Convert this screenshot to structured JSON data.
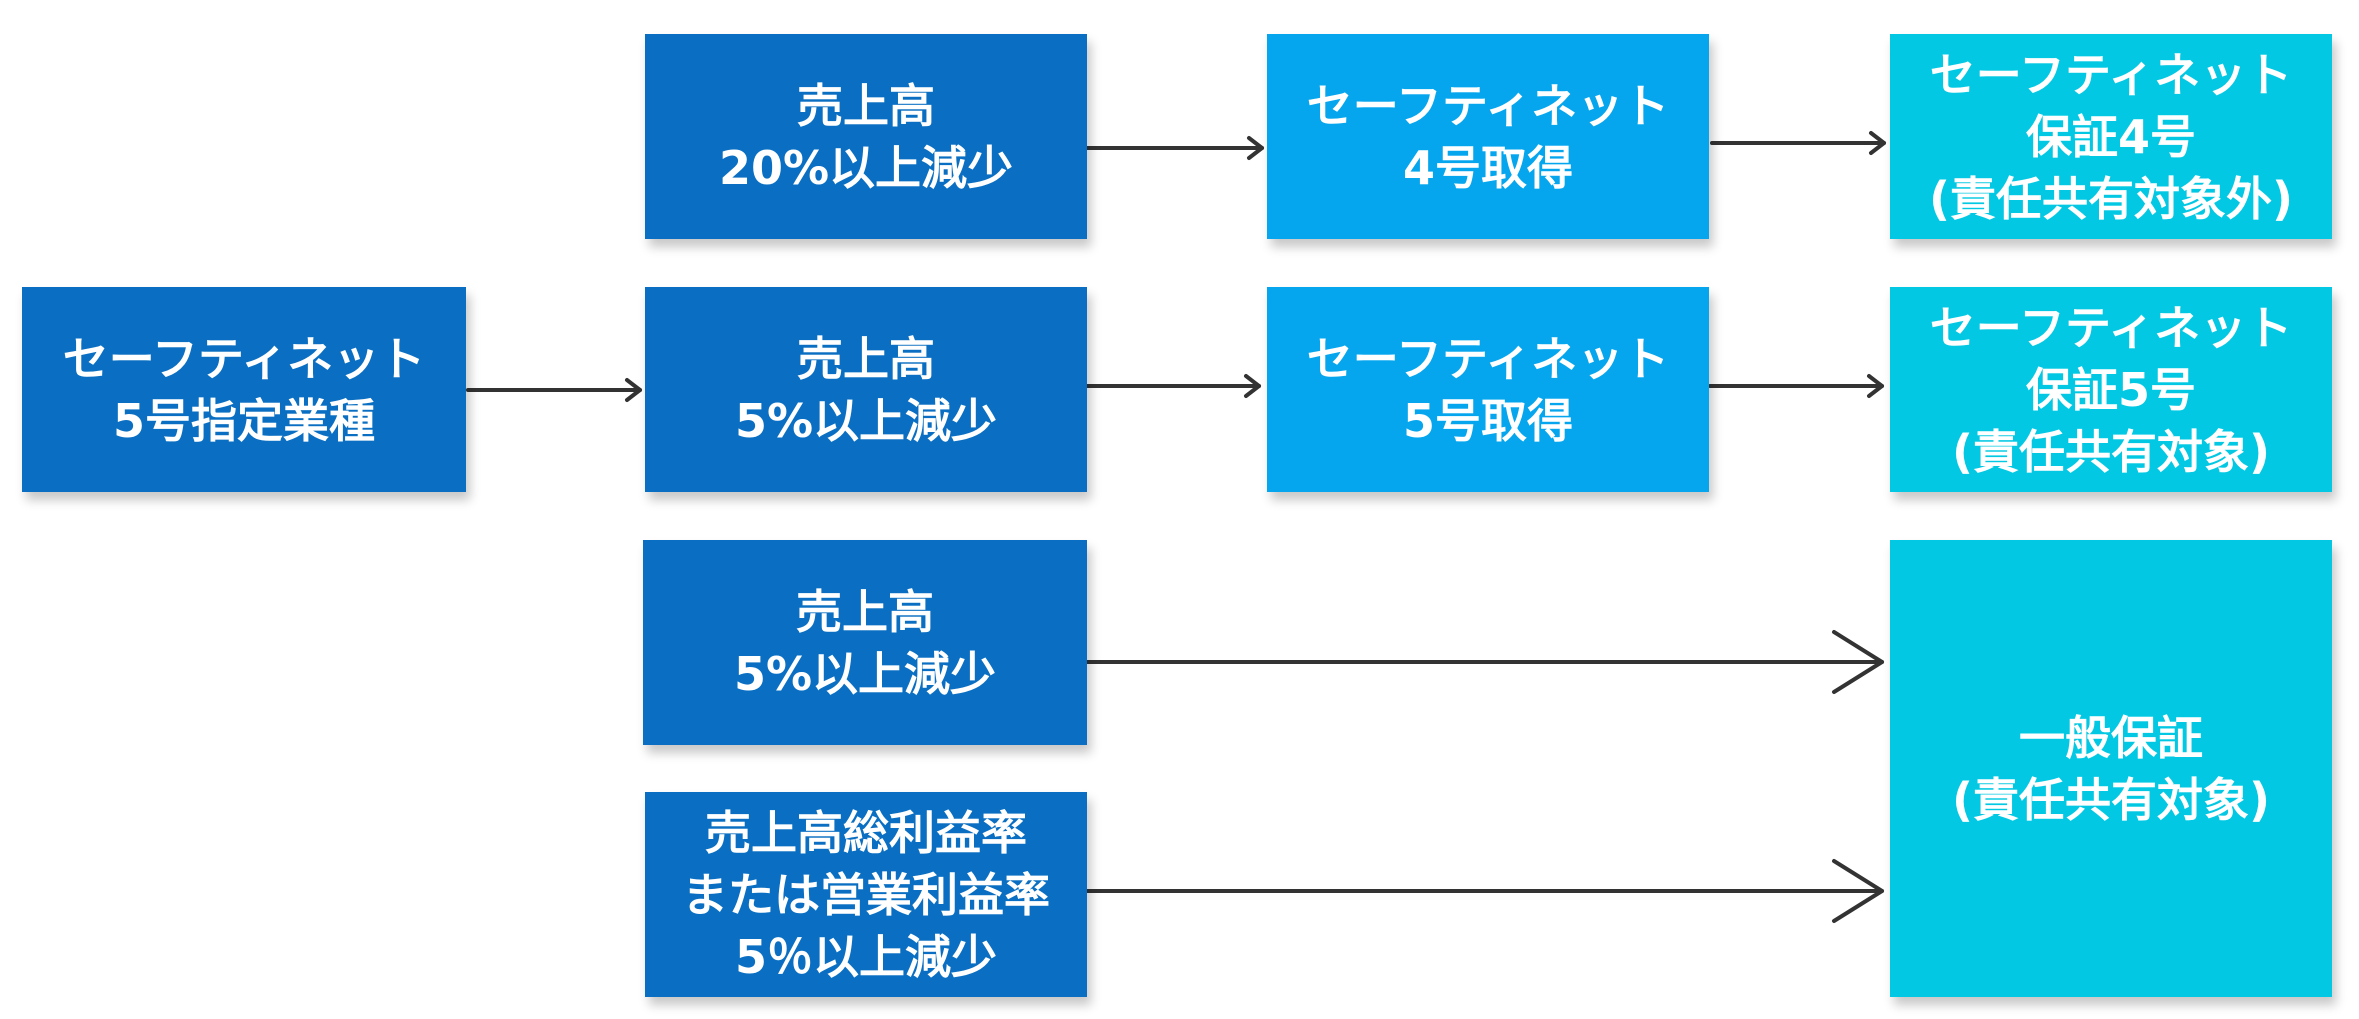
{
  "colors": {
    "dark_blue": "#0a6fc2",
    "mid_blue": "#05a6ee",
    "light_blue": "#03c8e3",
    "arrow": "#333333"
  },
  "nodes": {
    "designated": {
      "lines": [
        "セーフティネット",
        "5号指定業種"
      ]
    },
    "sales20": {
      "lines": [
        "売上高",
        "20%以上減少"
      ]
    },
    "sales5a": {
      "lines": [
        "売上高",
        "5%以上減少"
      ]
    },
    "sales5b": {
      "lines": [
        "売上高",
        "5%以上減少"
      ]
    },
    "margin": {
      "lines": [
        "売上高総利益率",
        "または営業利益率",
        "5％以上減少"
      ]
    },
    "acq4": {
      "lines": [
        "セーフティネット",
        "4号取得"
      ]
    },
    "acq5": {
      "lines": [
        "セーフティネット",
        "5号取得"
      ]
    },
    "guar4": {
      "lines": [
        "セーフティネット",
        "保証4号",
        "(責任共有対象外)"
      ]
    },
    "guar5": {
      "lines": [
        "セーフティネット",
        "保証5号",
        "(責任共有対象)"
      ]
    },
    "general": {
      "lines": [
        "一般保証",
        "(責任共有対象)"
      ]
    }
  }
}
